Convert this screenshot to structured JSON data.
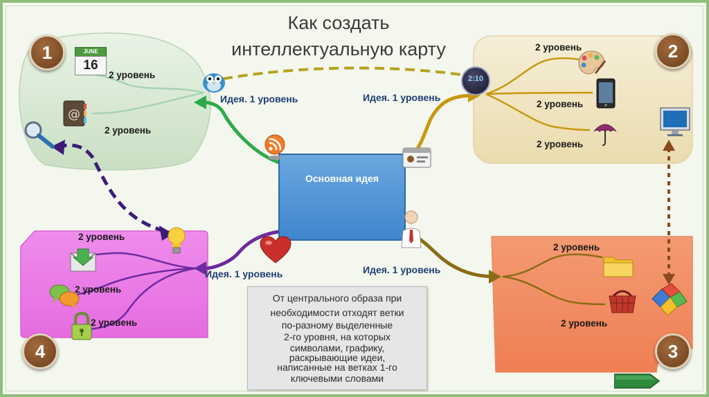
{
  "title": {
    "line1": "Как создать",
    "line2": "интеллектуальную карту"
  },
  "central_idea": {
    "label": "Основная идея"
  },
  "branches": [
    {
      "number": "1",
      "idea": "Идея. 1 уровень",
      "color": "#2eaa4a",
      "levels": [
        "2 уровень",
        "2 уровень"
      ],
      "icons": [
        "calendar-icon",
        "address-book-icon",
        "magnifier-icon",
        "twitter-bird-icon",
        "rss-icon"
      ],
      "calendar": {
        "month": "JUNE",
        "day": "16"
      }
    },
    {
      "number": "2",
      "idea": "Идея. 1 уровень",
      "color": "#c8980e",
      "levels": [
        "2 уровень",
        "2 уровень",
        "2 уровень"
      ],
      "icons": [
        "palette-icon",
        "tablet-icon",
        "umbrella-icon",
        "monitor-icon",
        "clock-icon",
        "id-card-icon"
      ],
      "clock": "2:10"
    },
    {
      "number": "3",
      "idea": "Идея. 1 уровень",
      "color": "#8a6d14",
      "levels": [
        "2 уровень",
        "2 уровень"
      ],
      "icons": [
        "folder-icon",
        "basket-icon",
        "puzzle-icon",
        "businessman-icon"
      ]
    },
    {
      "number": "4",
      "idea": "Идея. 1 уровень",
      "color": "#6d2aa0",
      "levels": [
        "2 уровень",
        "2 уровень",
        "2 уровень"
      ],
      "icons": [
        "mail-icon",
        "chat-bubbles-icon",
        "padlock-icon",
        "lightbulb-icon",
        "heart-icon"
      ]
    }
  ],
  "text_lines": [
    "От центрального образа при",
    "необходимости отходят ветки",
    "по-разному выделенные",
    "2-го уровня, на которых",
    "символами, графику,",
    "раскрывающие идеи,",
    "написанные на ветках 1-го",
    "ключевыми словами"
  ],
  "colors": {
    "bg": "#f4f7ee",
    "frame": "#8fbf7a",
    "central": "#4a90d9",
    "badge": "#7a4a22",
    "idea_text": "#1f3f73"
  }
}
